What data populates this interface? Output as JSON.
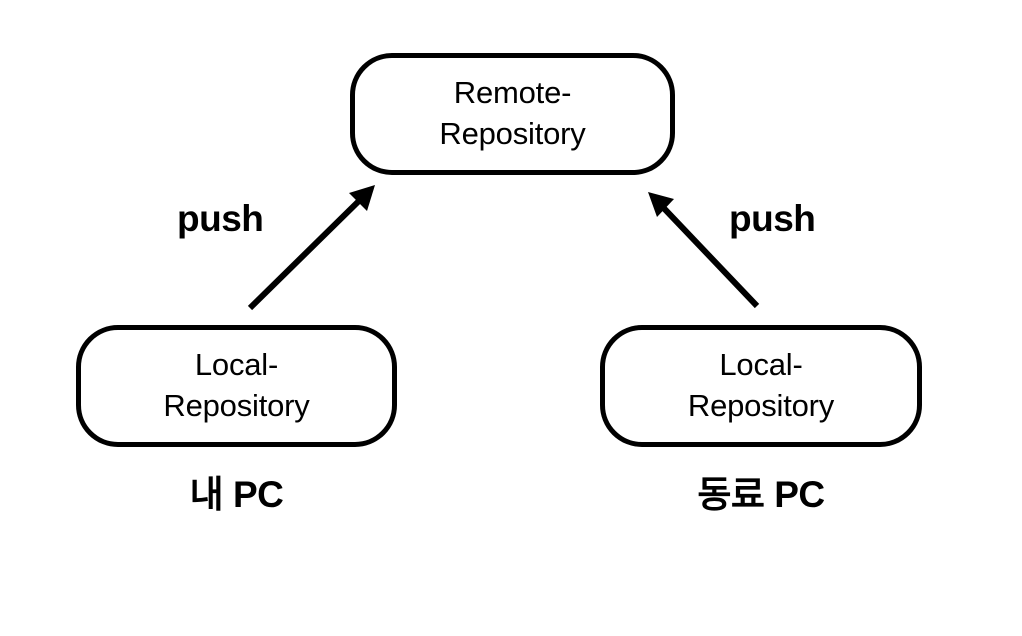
{
  "diagram": {
    "title": "Git push flow diagram",
    "background_color": "#ffffff",
    "stroke_color": "#000000",
    "nodes": [
      {
        "id": "remote",
        "name": "remote-repository-node",
        "line1": "Remote-",
        "line2": "Repository",
        "shape": "rounded-rectangle"
      },
      {
        "id": "local-mine",
        "name": "local-repository-mine-node",
        "line1": "Local-",
        "line2": "Repository",
        "shape": "rounded-rectangle"
      },
      {
        "id": "local-peer",
        "name": "local-repository-peer-node",
        "line1": "Local-",
        "line2": "Repository",
        "shape": "rounded-rectangle"
      }
    ],
    "edges": [
      {
        "id": "push-left",
        "label": "push",
        "from": "local-mine",
        "to": "remote",
        "direction": "up-right"
      },
      {
        "id": "push-right",
        "label": "push",
        "from": "local-peer",
        "to": "remote",
        "direction": "up-left"
      }
    ],
    "captions": [
      {
        "id": "pc-mine",
        "text": "내 PC"
      },
      {
        "id": "pc-peer",
        "text": "동료 PC"
      }
    ]
  }
}
